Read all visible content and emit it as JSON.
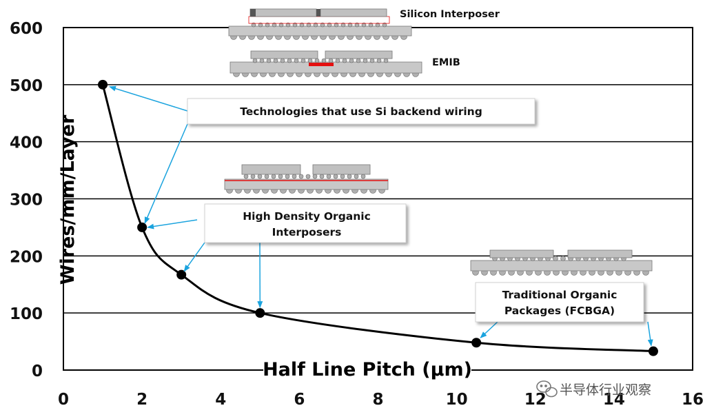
{
  "chart_data": {
    "type": "line",
    "xlabel": "Half Line Pitch (μm)",
    "ylabel": "Wires/mm/Layer",
    "xlim": [
      0,
      16
    ],
    "ylim": [
      0,
      600
    ],
    "x_ticks": [
      0,
      2,
      4,
      6,
      8,
      10,
      12,
      14,
      16
    ],
    "y_ticks": [
      0,
      100,
      200,
      300,
      400,
      500,
      600
    ],
    "grid": "horizontal",
    "x": [
      1,
      2,
      3,
      5,
      10.5,
      15
    ],
    "y": [
      500,
      250,
      167,
      100,
      48,
      33
    ],
    "marker": "circle",
    "line_color": "#000000",
    "callouts": [
      {
        "text_lines": [
          "Technologies that use Si backend wiring"
        ]
      },
      {
        "text_lines": [
          "High Density Organic",
          "Interposers"
        ]
      },
      {
        "text_lines": [
          "Traditional Organic",
          "Packages (FCBGA)"
        ]
      }
    ],
    "diagram_labels": {
      "silicon_interposer": "Silicon Interposer",
      "emib": "EMIB"
    },
    "colors": {
      "arrow": "#1aa3de",
      "grid": "#000000",
      "package": "#c8c8c8",
      "bridge": "#e41010",
      "die": "#c0c0c0"
    }
  },
  "watermark": {
    "text": "半导体行业观察",
    "icon": "wechat-icon"
  }
}
